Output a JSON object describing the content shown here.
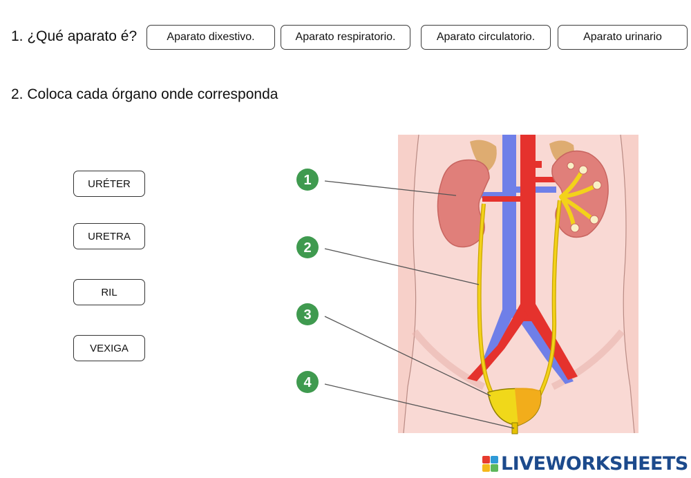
{
  "question1": {
    "label": "1. ¿Qué aparato é?",
    "options": [
      "Aparato dixestivo.",
      "Aparato respiratorio.",
      "Aparato circulatorio.",
      "Aparato urinario"
    ]
  },
  "question2": {
    "label": "2. Coloca cada órgano onde corresponda"
  },
  "draggables": [
    "URÉTER",
    "URETRA",
    "RIL",
    "VEXIGA"
  ],
  "diagram": {
    "markers": [
      "1",
      "2",
      "3",
      "4"
    ],
    "colors": {
      "marker": "#3f9a4f",
      "kidney": "#e07f7a",
      "artery": "#e5322d",
      "vein": "#6f7fe8",
      "ureter": "#f3d21a",
      "body": "#f9d9d4"
    }
  },
  "footer": {
    "brand": "LIVEWORKSHEETS",
    "logo_letters": "LIVE",
    "colors": [
      "#e63b2e",
      "#2f9ad7",
      "#f4b81a",
      "#5cb85c"
    ]
  }
}
